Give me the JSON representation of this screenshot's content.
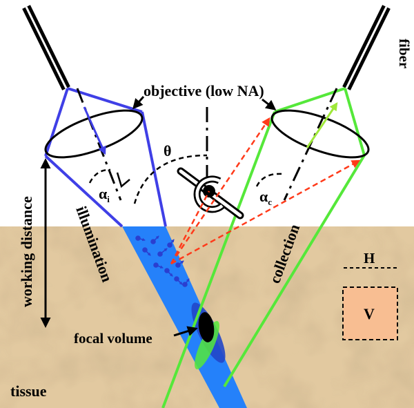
{
  "labels": {
    "fiber_left": "fiber",
    "fiber_right": "fiber",
    "objective": "objective (low NA)",
    "theta": "θ",
    "alpha_i_base": "α",
    "alpha_i_sub": "i",
    "alpha_c_base": "α",
    "alpha_c_sub": "c",
    "working_distance": "working distance",
    "illumination": "illumination",
    "collection": "collection",
    "focal_volume": "focal volume",
    "tissue": "tissue",
    "h": "H",
    "v": "V"
  },
  "colors": {
    "illumination": "#3f3fe6",
    "illumination_beam": "#1a7dff",
    "collection": "#55e83a",
    "scatter_path": "#ff3a1a",
    "tissue": "#e2c9a0",
    "voxel": "#f8be92",
    "fiber": "#000000"
  },
  "icons": {
    "rotation": "rotation-arrow-icon",
    "focal": "focal-volume-ellipse",
    "scatter": "scatter-particles"
  }
}
